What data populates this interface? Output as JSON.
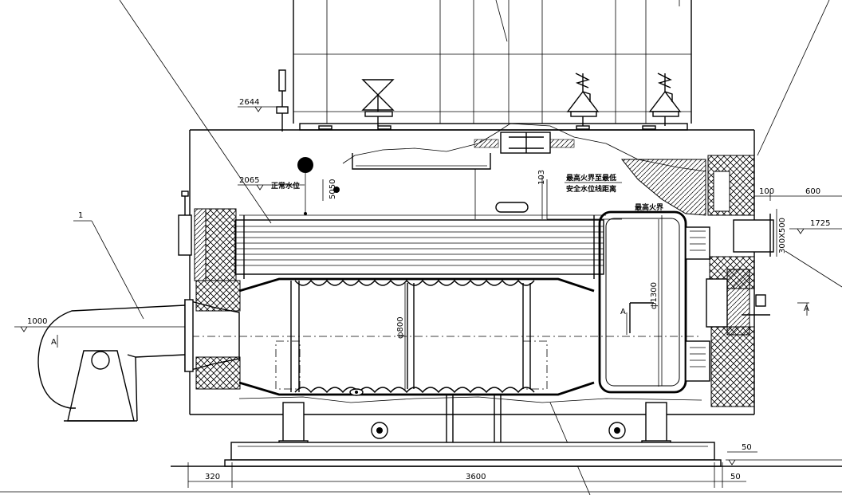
{
  "labels": {
    "part_number": "1",
    "level_2644": "2644",
    "level_2065": "2065",
    "normal_water_level": "正常水位",
    "dim_5050": "5050",
    "dim_103": "103",
    "min_safe_line1": "最高火界至最低",
    "min_safe_line2": "安全水位线距离",
    "max_fire_boundary": "最高火界",
    "dim_100": "100",
    "dim_600": "600",
    "level_1725": "1725",
    "flue_size": "300X500",
    "level_1000": "1000",
    "phi_800": "ф800",
    "phi_1300": "ф1300",
    "section_a": "A",
    "section_a2": "A",
    "section_a3": "A",
    "dim_50_right": "50",
    "dim_320": "320",
    "dim_3600": "3600",
    "dim_50_bottom": "50"
  },
  "icons": {
    "gate_valve": "gate-valve-icon",
    "safety_valve": "safety-valve-icon",
    "pressure_gauge": "pressure-gauge-icon",
    "blower_fan": "blower-fan-icon"
  }
}
